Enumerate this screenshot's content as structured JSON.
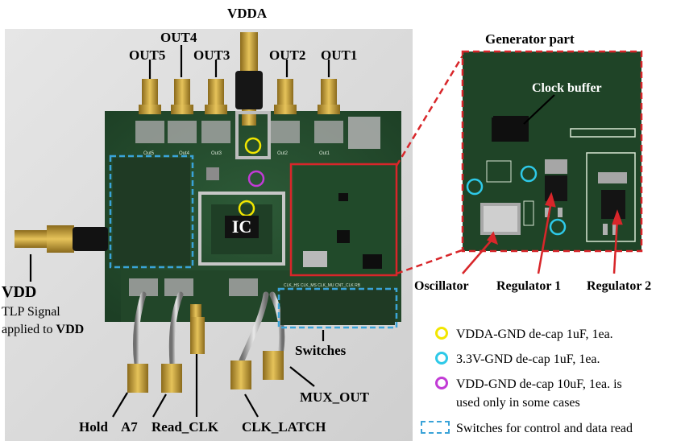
{
  "labels": {
    "vdda": "VDDA",
    "out4": "OUT4",
    "out5": "OUT5",
    "out3": "OUT3",
    "out2": "OUT2",
    "out1": "OUT1",
    "ic": "IC",
    "vdd": "VDD",
    "tlp_line1": "TLP Signal",
    "tlp_line2_prefix": "applied to ",
    "tlp_line2_bold": "VDD",
    "switches": "Switches",
    "mux_out": "MUX_OUT",
    "hold": "Hold",
    "a7": "A7",
    "read_clk": "Read_CLK",
    "clk_latch": "CLK_LATCH",
    "generator_part": "Generator part",
    "clock_buffer": "Clock buffer",
    "oscillator": "Oscillator",
    "regulator1": "Regulator 1",
    "regulator2": "Regulator 2"
  },
  "board_silkscreen": {
    "outs": [
      "Out5",
      "Out4",
      "Out3",
      "Out2",
      "Out1"
    ],
    "switch_row": "CLK_HS  CLK_MS  CLK_MU  CNT_CLK  RB"
  },
  "legend": [
    {
      "color": "#f2e600",
      "text": "VDDA-GND de-cap 1uF, 1ea."
    },
    {
      "color": "#2ec9e8",
      "text": "3.3V-GND de-cap 1uF, 1ea."
    },
    {
      "color": "#c23bd6",
      "text": "VDD-GND de-cap 10uF, 1ea. is",
      "text2": "used only in some cases"
    }
  ],
  "legend_switch": "Switches for control and data read",
  "colors": {
    "pcb": "#234a2c",
    "gold": "#c9a23a",
    "red_box": "#d8262a",
    "blue_box": "#3aa3d8"
  }
}
